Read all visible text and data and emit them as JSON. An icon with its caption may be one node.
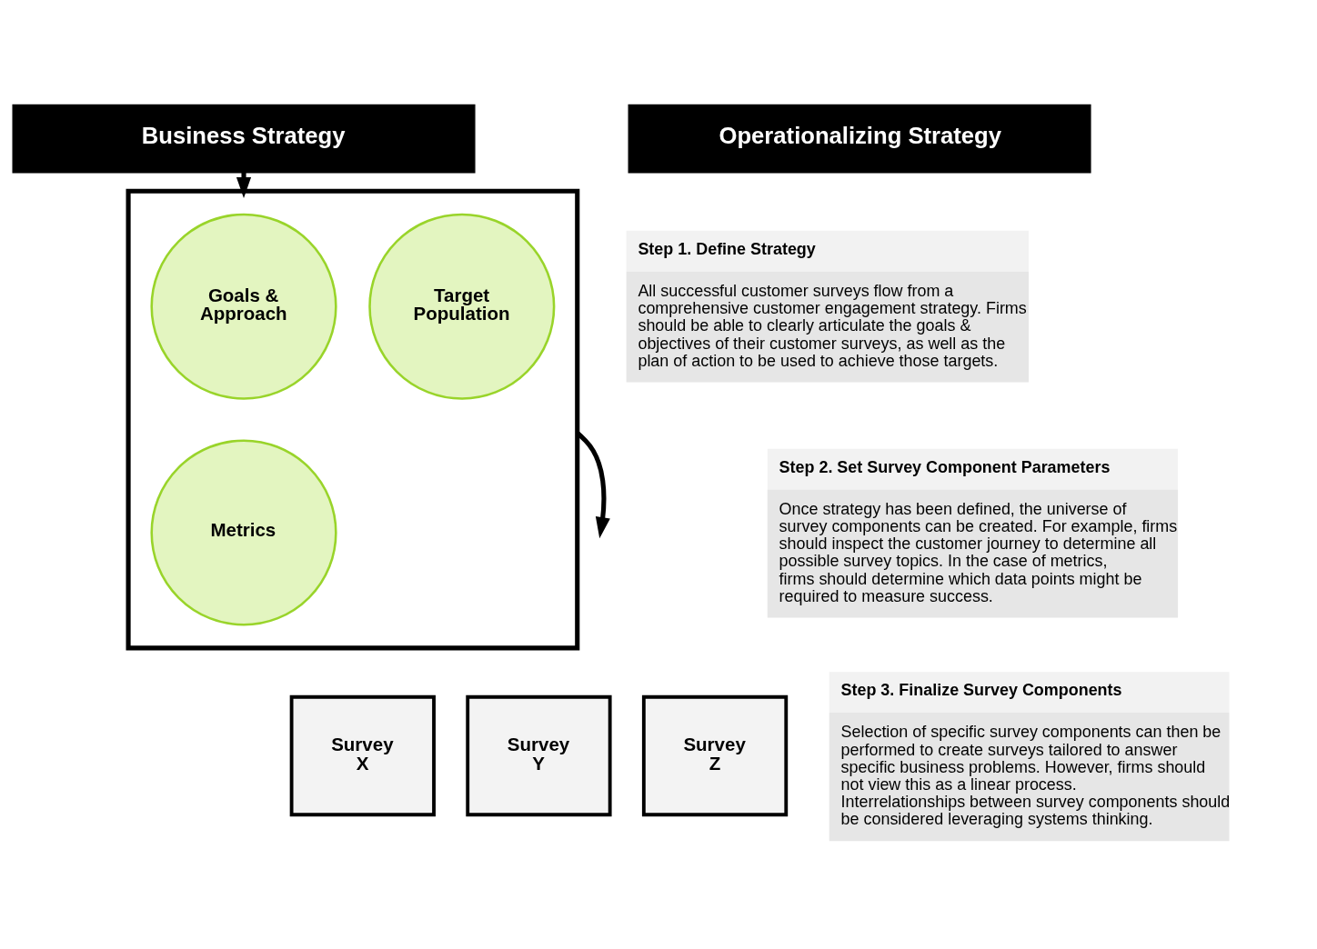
{
  "diagram": {
    "nodes": [
      {
        "text": [
          "Business Strategy"
        ]
      },
      {
        "text": [],
        "shape": "trapezoid"
      },
      {
        "text": [
          "Goals & Approach"
        ],
        "in": 1
      },
      {
        "text": [
          "Target Population"
        ],
        "in": 1
      },
      {
        "text": [
          "Metrics"
        ],
        "in": 1
      },
      {
        "text": [
          "Survey X"
        ]
      },
      {
        "text": [
          "Survey Y"
        ]
      },
      {
        "text": [
          "Survey Z"
        ]
      },
      {
        "text": [
          "Operationalizing Strategy"
        ]
      },
      {
        "text": [
          "Step 1. Define Strategy",
          "All successful customer surveys flow from a comprehensive customer engagement strategy. Firms should be able to clearly articulate the goals & objectives of their customer surveys, as well as the plan of action to be used to achieve those targets."
        ]
      },
      {
        "text": [
          "Step 2. Set Survey Component Parameters",
          "Once strategy has been defined, the universe of survey components can be created. For example, firms should inspect the customer journey to determine all possible survey topics. In the case of metrics, firms should determine which data points might be required to measure success."
        ]
      },
      {
        "text": [
          "Step 3. Finalize Survey Components",
          "Selection of specific survey components can then be performed to create surveys tailored to answer specific business problems. However, firms should not view this as a linear process. Interrelationships between survey components should be considered leveraging systems thinking."
        ]
      }
    ],
    "edges": [
      {
        "from": 0,
        "to": 1,
        "arrow": "to"
      },
      {
        "from": 1,
        "to": null,
        "arrow": "to"
      }
    ]
  }
}
